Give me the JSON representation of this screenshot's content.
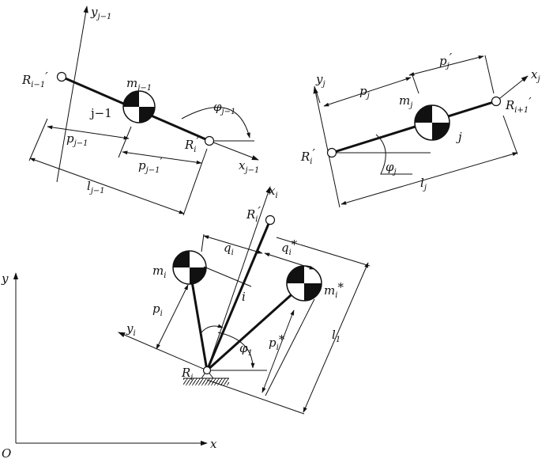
{
  "global_frame": {
    "origin": "O",
    "x_axis": "x",
    "y_axis": "y"
  },
  "link_j_minus_1": {
    "y_axis": "y",
    "y_axis_sub": "j−1",
    "x_axis": "x",
    "x_axis_sub": "j−1",
    "start_joint": "R",
    "start_joint_sub": "i−1",
    "start_joint_prime": "′",
    "end_joint": "R",
    "end_joint_sub": "i",
    "end_joint_prime": "′",
    "mass": "m",
    "mass_sub": "j−1",
    "link_label": "j−1",
    "angle": "φ",
    "angle_sub": "j−1",
    "dist_p": "p",
    "dist_p_sub": "j−1",
    "dist_p_prime": "p",
    "dist_p_prime_sub": "j−1",
    "dist_p_prime_mark": "′",
    "length": "l",
    "length_sub": "j−1"
  },
  "link_j": {
    "y_axis": "y",
    "y_axis_sub": "j",
    "x_axis": "x",
    "x_axis_sub": "j",
    "start_joint": "R",
    "start_joint_sub": "i",
    "start_joint_prime": "′",
    "end_joint": "R",
    "end_joint_sub": "i+1",
    "end_joint_prime": "′",
    "mass": "m",
    "mass_sub": "j",
    "link_label": "j",
    "angle": "φ",
    "angle_sub": "j",
    "dist_p": "p",
    "dist_p_sub": "j",
    "dist_p_prime": "p",
    "dist_p_prime_sub": "j",
    "dist_p_prime_mark": "′",
    "length": "l",
    "length_sub": "j"
  },
  "link_i": {
    "y_axis": "y",
    "y_axis_sub": "i",
    "x_axis": "x",
    "x_axis_sub": "i",
    "base_joint": "R",
    "base_joint_sub": "i",
    "top_joint": "R",
    "top_joint_sub": "i",
    "top_joint_prime": "′",
    "mass": "m",
    "mass_sub": "i",
    "mass_star": "m",
    "mass_star_sub": "i",
    "mass_star_mark": "*",
    "link_label": "i",
    "angle": "φ",
    "angle_sub": "1",
    "dist_q": "q",
    "dist_q_sub": "i",
    "dist_q_star": "q",
    "dist_q_star_sub": "i",
    "dist_q_star_mark": "*",
    "dist_p": "p",
    "dist_p_sub": "i",
    "dist_p_star": "p",
    "dist_p_star_sub": "i",
    "dist_p_star_mark": "*",
    "length": "l",
    "length_sub": "1"
  }
}
